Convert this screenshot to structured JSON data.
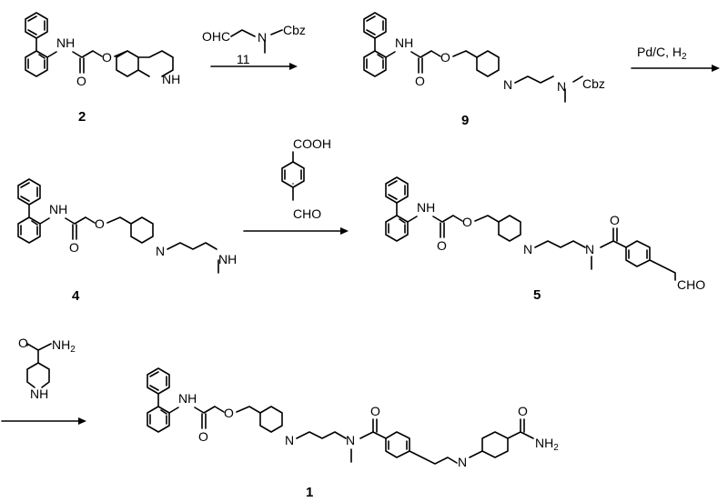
{
  "compounds": [
    {
      "number": "2",
      "labels": {
        "nh": "NH",
        "o_ester": "O",
        "o_carbonyl": "O",
        "nh_ring": "NH"
      }
    },
    {
      "number": "9",
      "labels": {
        "nh": "NH",
        "o_ester": "O",
        "o_carbonyl": "O",
        "n_ring": "N",
        "n_amine": "N",
        "cbz": "Cbz"
      }
    },
    {
      "number": "4",
      "labels": {
        "nh": "NH",
        "o_ester": "O",
        "o_carbonyl": "O",
        "n_ring": "N",
        "nh_amine": "NH"
      }
    },
    {
      "number": "5",
      "labels": {
        "nh": "NH",
        "o_ester": "O",
        "o_carbonyl": "O",
        "n_ring": "N",
        "n_amide": "N",
        "o_amide": "O",
        "cho": "CHO"
      }
    },
    {
      "number": "1",
      "labels": {
        "nh": "NH",
        "o_ester": "O",
        "o_carbonyl": "O",
        "n_ring": "N",
        "n_amide": "N",
        "o_amide": "O",
        "n_ring2": "N",
        "o_amide2": "O",
        "nh2": "NH",
        "nh2_sub": "2"
      }
    }
  ],
  "reagents": [
    {
      "number": "11",
      "labels": {
        "ohc": "OHC",
        "n": "N",
        "cbz": "Cbz"
      }
    },
    {
      "condition_main": "Pd/C, H",
      "condition_sub": "2"
    },
    {
      "labels": {
        "cooh": "COOH",
        "cho": "CHO"
      }
    },
    {
      "labels": {
        "o": "O",
        "nh2": "NH",
        "nh2_sub": "2",
        "nh": "NH"
      }
    }
  ]
}
